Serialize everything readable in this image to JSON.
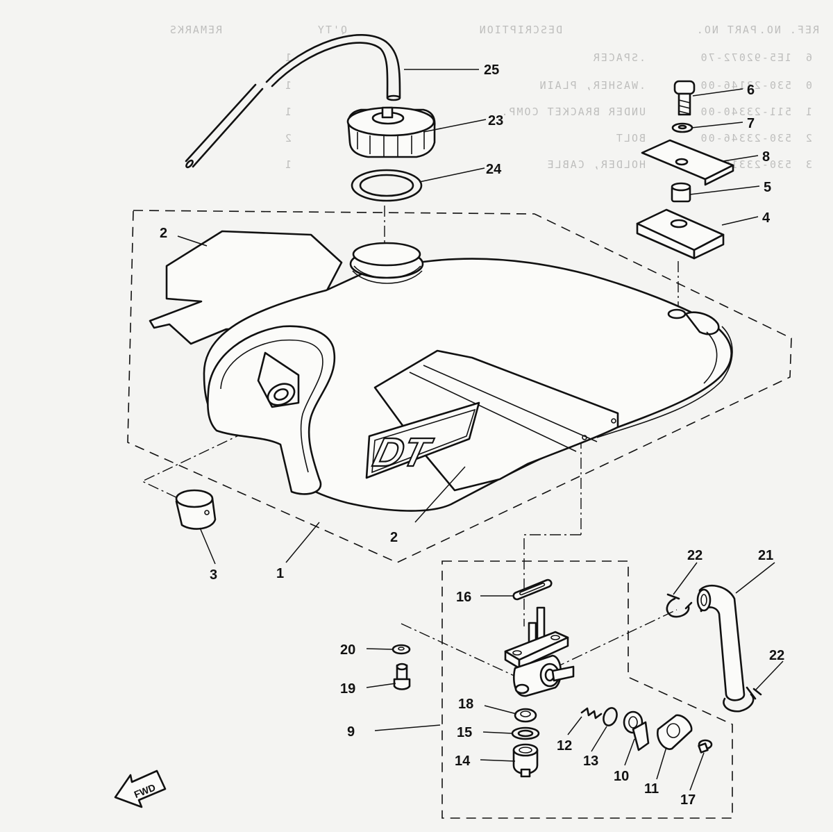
{
  "bleed_through": {
    "header": [
      "REF. NO.",
      "PART NO.",
      "DESCRIPTION",
      "Q'TY",
      "REMARKS"
    ],
    "rows": [
      [
        "6",
        "1E5-92072-70",
        ".SPACER",
        "1"
      ],
      [
        "0",
        "530-23146-00",
        ".WASHER, PLAIN",
        "1"
      ],
      [
        "1",
        "511-23340-00",
        "UNDER BRACKET COMP.",
        "1"
      ],
      [
        "2",
        "530-23346-00",
        "BOLT",
        "2"
      ],
      [
        "3",
        "530-23310-00",
        "HOLDER, CABLE",
        "1"
      ]
    ]
  },
  "tank_logo": "DT",
  "fwd_label": "FWD",
  "callouts": {
    "c1": "1",
    "c2a": "2",
    "c2b": "2",
    "c3": "3",
    "c4": "4",
    "c5": "5",
    "c6": "6",
    "c7": "7",
    "c8": "8",
    "c9": "9",
    "c10": "10",
    "c11": "11",
    "c12": "12",
    "c13": "13",
    "c14": "14",
    "c15": "15",
    "c16": "16",
    "c17": "17",
    "c18": "18",
    "c19": "19",
    "c20": "20",
    "c21": "21",
    "c22a": "22",
    "c22b": "22",
    "c23": "23",
    "c24": "24",
    "c25": "25"
  }
}
